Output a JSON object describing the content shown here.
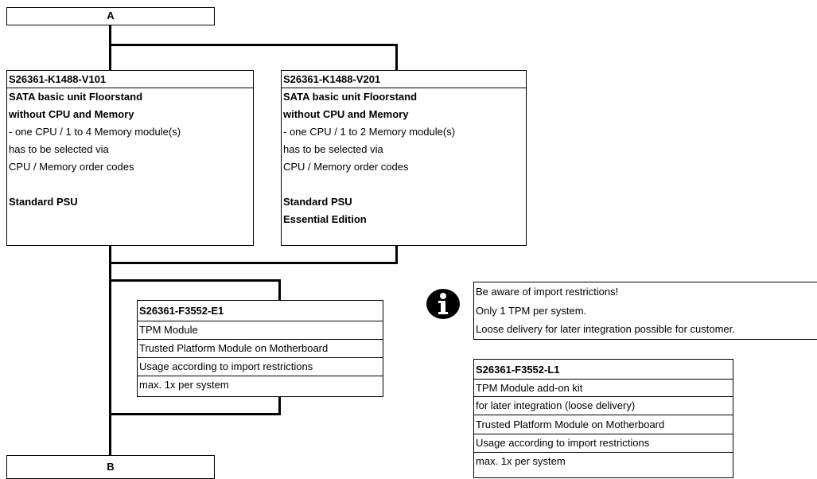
{
  "connectors": {
    "top": "A",
    "bottom": "B"
  },
  "unit_v101": {
    "code": "S26361-K1488-V101",
    "lines": [
      "SATA basic unit Floorstand",
      "without CPU and Memory",
      "- one CPU / 1 to 4 Memory module(s)",
      " has to be selected via",
      "CPU / Memory order codes",
      "",
      "Standard PSU"
    ]
  },
  "unit_v201": {
    "code": "S26361-K1488-V201",
    "lines": [
      "SATA basic unit Floorstand",
      "without CPU and Memory",
      "- one CPU / 1 to 2 Memory module(s)",
      " has to be selected via",
      "CPU / Memory order codes",
      "",
      "Standard PSU",
      "Essential Edition"
    ]
  },
  "tpm_e1": {
    "code": "S26361-F3552-E1",
    "lines": [
      "TPM Module",
      "Trusted Platform Module on Motherboard",
      "Usage according to import restrictions",
      "max. 1x per system"
    ]
  },
  "info": {
    "icon": "info-icon",
    "lines": [
      "Be aware of import restrictions!",
      "Only 1 TPM per system.",
      "Loose delivery for later integration possible for customer."
    ]
  },
  "tpm_l1": {
    "code": "S26361-F3552-L1",
    "lines": [
      "TPM Module add-on kit",
      "for later integration (loose delivery)",
      "Trusted Platform Module on Motherboard",
      "Usage according to import restrictions",
      "max. 1x per system"
    ]
  }
}
